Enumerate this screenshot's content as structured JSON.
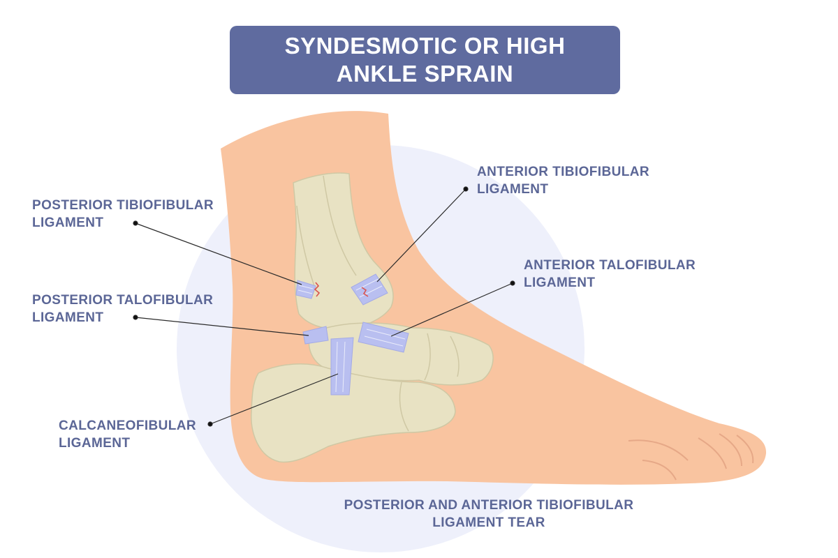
{
  "title": {
    "line1": "SYNDESMOTIC OR HIGH",
    "line2": "ANKLE SPRAIN"
  },
  "labels": {
    "posterior_tibiofibular": {
      "line1": "POSTERIOR TIBIOFIBULAR",
      "line2": "LIGAMENT"
    },
    "posterior_talofibular": {
      "line1": "POSTERIOR TALOFIBULAR",
      "line2": "LIGAMENT"
    },
    "calcaneofibular": {
      "line1": "CALCANEOFIBULAR",
      "line2": "LIGAMENT"
    },
    "anterior_tibiofibular": {
      "line1": "ANTERIOR TIBIOFIBULAR",
      "line2": "LIGAMENT"
    },
    "anterior_talofibular": {
      "line1": "ANTERIOR TALOFIBULAR",
      "line2": "LIGAMENT"
    }
  },
  "caption": {
    "line1": "POSTERIOR AND ANTERIOR TIBIOFIBULAR",
    "line2": "LIGAMENT TEAR"
  },
  "colors": {
    "title_bg": "#5f6b9f",
    "label_text": "#5b6696",
    "skin": "#f9c4a0",
    "bone": "#e8e2c3",
    "ligament": "#b9bff0",
    "background_circle": "#eef0fb",
    "tear": "#d9534f"
  }
}
